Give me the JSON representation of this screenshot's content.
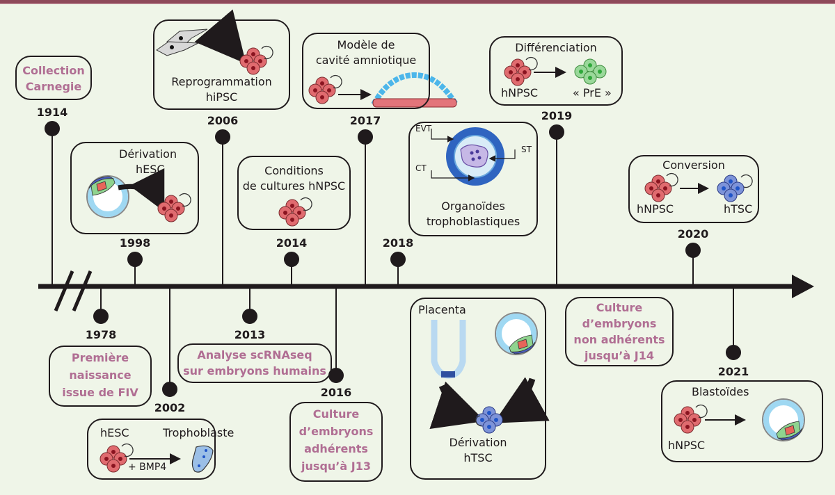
{
  "colors": {
    "background": "#eff5e8",
    "top_bar": "#8e4a5a",
    "line": "#1f1a1c",
    "highlight_text": "#b06e93",
    "hnpsc_cell": "#e06b6f",
    "htsc_cell": "#6f86d0",
    "pre_cell": "#8fd38f",
    "trophectoderm": "#9fd8f2"
  },
  "timeline": {
    "axis_break": "//",
    "events": [
      {
        "year": "1914",
        "side": "top",
        "title": [
          "Collection",
          "Carnegie"
        ],
        "style": "highlight"
      },
      {
        "year": "1978",
        "side": "bottom",
        "title": [
          "Première",
          "naissance",
          "issue de FIV"
        ],
        "style": "highlight"
      },
      {
        "year": "1998",
        "side": "top",
        "title": [
          "Dérivation",
          "hESC"
        ],
        "style": "figure",
        "figure": "blastocyst-to-hnpsc-icon"
      },
      {
        "year": "2002",
        "side": "bottom",
        "title": [
          "hESC",
          "Trophoblaste",
          "+ BMP4"
        ],
        "style": "figure",
        "figure": "hesc-to-trophoblast-icon"
      },
      {
        "year": "2006",
        "side": "top",
        "title": [
          "Reprogrammation",
          "hiPSC"
        ],
        "style": "figure",
        "figure": "fibroblast-reprogramming-icon"
      },
      {
        "year": "2013",
        "side": "bottom",
        "title": [
          "Analyse scRNAseq",
          "sur embryons humains"
        ],
        "style": "highlight"
      },
      {
        "year": "2014",
        "side": "top",
        "title": [
          "Conditions",
          "de cultures hNPSC"
        ],
        "style": "figure",
        "figure": "hnpsc-colony-icon"
      },
      {
        "year": "2016",
        "side": "bottom",
        "title": [
          "Culture",
          "d’embryons",
          "adhérents",
          "jusqu’à J13"
        ],
        "style": "highlight"
      },
      {
        "year": "2017",
        "side": "top",
        "title": [
          "Modèle de",
          "cavité amniotique"
        ],
        "style": "figure",
        "figure": "amniotic-cavity-icon"
      },
      {
        "year": "2018",
        "side": "top",
        "title": [
          "Organoïdes",
          "trophoblastiques"
        ],
        "labels": [
          "EVT",
          "ST",
          "CT"
        ],
        "style": "figure",
        "figure": "trophoblast-organoid-icon"
      },
      {
        "year": "2018",
        "side": "bottom",
        "title": [
          "Placenta",
          "Dérivation",
          "hTSC"
        ],
        "style": "figure",
        "figure": "placenta-blastocyst-to-htsc-icon"
      },
      {
        "year": "2019",
        "side": "top",
        "title": [
          "Différenciation",
          "hNPSC",
          "« PrE »"
        ],
        "style": "figure",
        "figure": "hnpsc-to-pre-icon"
      },
      {
        "year": "2019",
        "side": "bottom",
        "title": [
          "Culture",
          "d’embryons",
          "non  adhérents",
          "jusqu’à  J14"
        ],
        "style": "highlight"
      },
      {
        "year": "2020",
        "side": "top",
        "title": [
          "Conversion",
          "hNPSC",
          "hTSC"
        ],
        "style": "figure",
        "figure": "hnpsc-to-htsc-icon"
      },
      {
        "year": "2021",
        "side": "bottom",
        "title": [
          "Blastoïdes",
          "hNPSC"
        ],
        "style": "figure",
        "figure": "hnpsc-to-blastoid-icon"
      }
    ]
  }
}
